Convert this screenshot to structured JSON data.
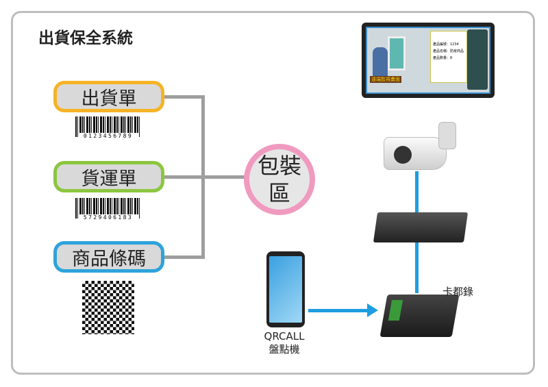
{
  "title": "出貨保全系統",
  "inputs": [
    {
      "label": "出貨單",
      "color": "#f5b325",
      "barcode": "0123456789"
    },
    {
      "label": "貨運單",
      "color": "#8cc63f",
      "barcode": "5729406183"
    },
    {
      "label": "商品條碼",
      "color": "#2ea3dc"
    }
  ],
  "hub": {
    "line1": "包裝",
    "line2": "區"
  },
  "monitor": {
    "banner": "遠端監視畫面",
    "lines": [
      "產品編號：1234",
      "產品名稱：防疫商品",
      "產品數量：8"
    ]
  },
  "device_label": "卡都錄",
  "scanner": {
    "line1": "QRCALL",
    "line2": "盤點機"
  },
  "colors": {
    "connector": "#9e9e9e",
    "network": "#1e9ee0",
    "hub_border": "#f09ac0"
  }
}
